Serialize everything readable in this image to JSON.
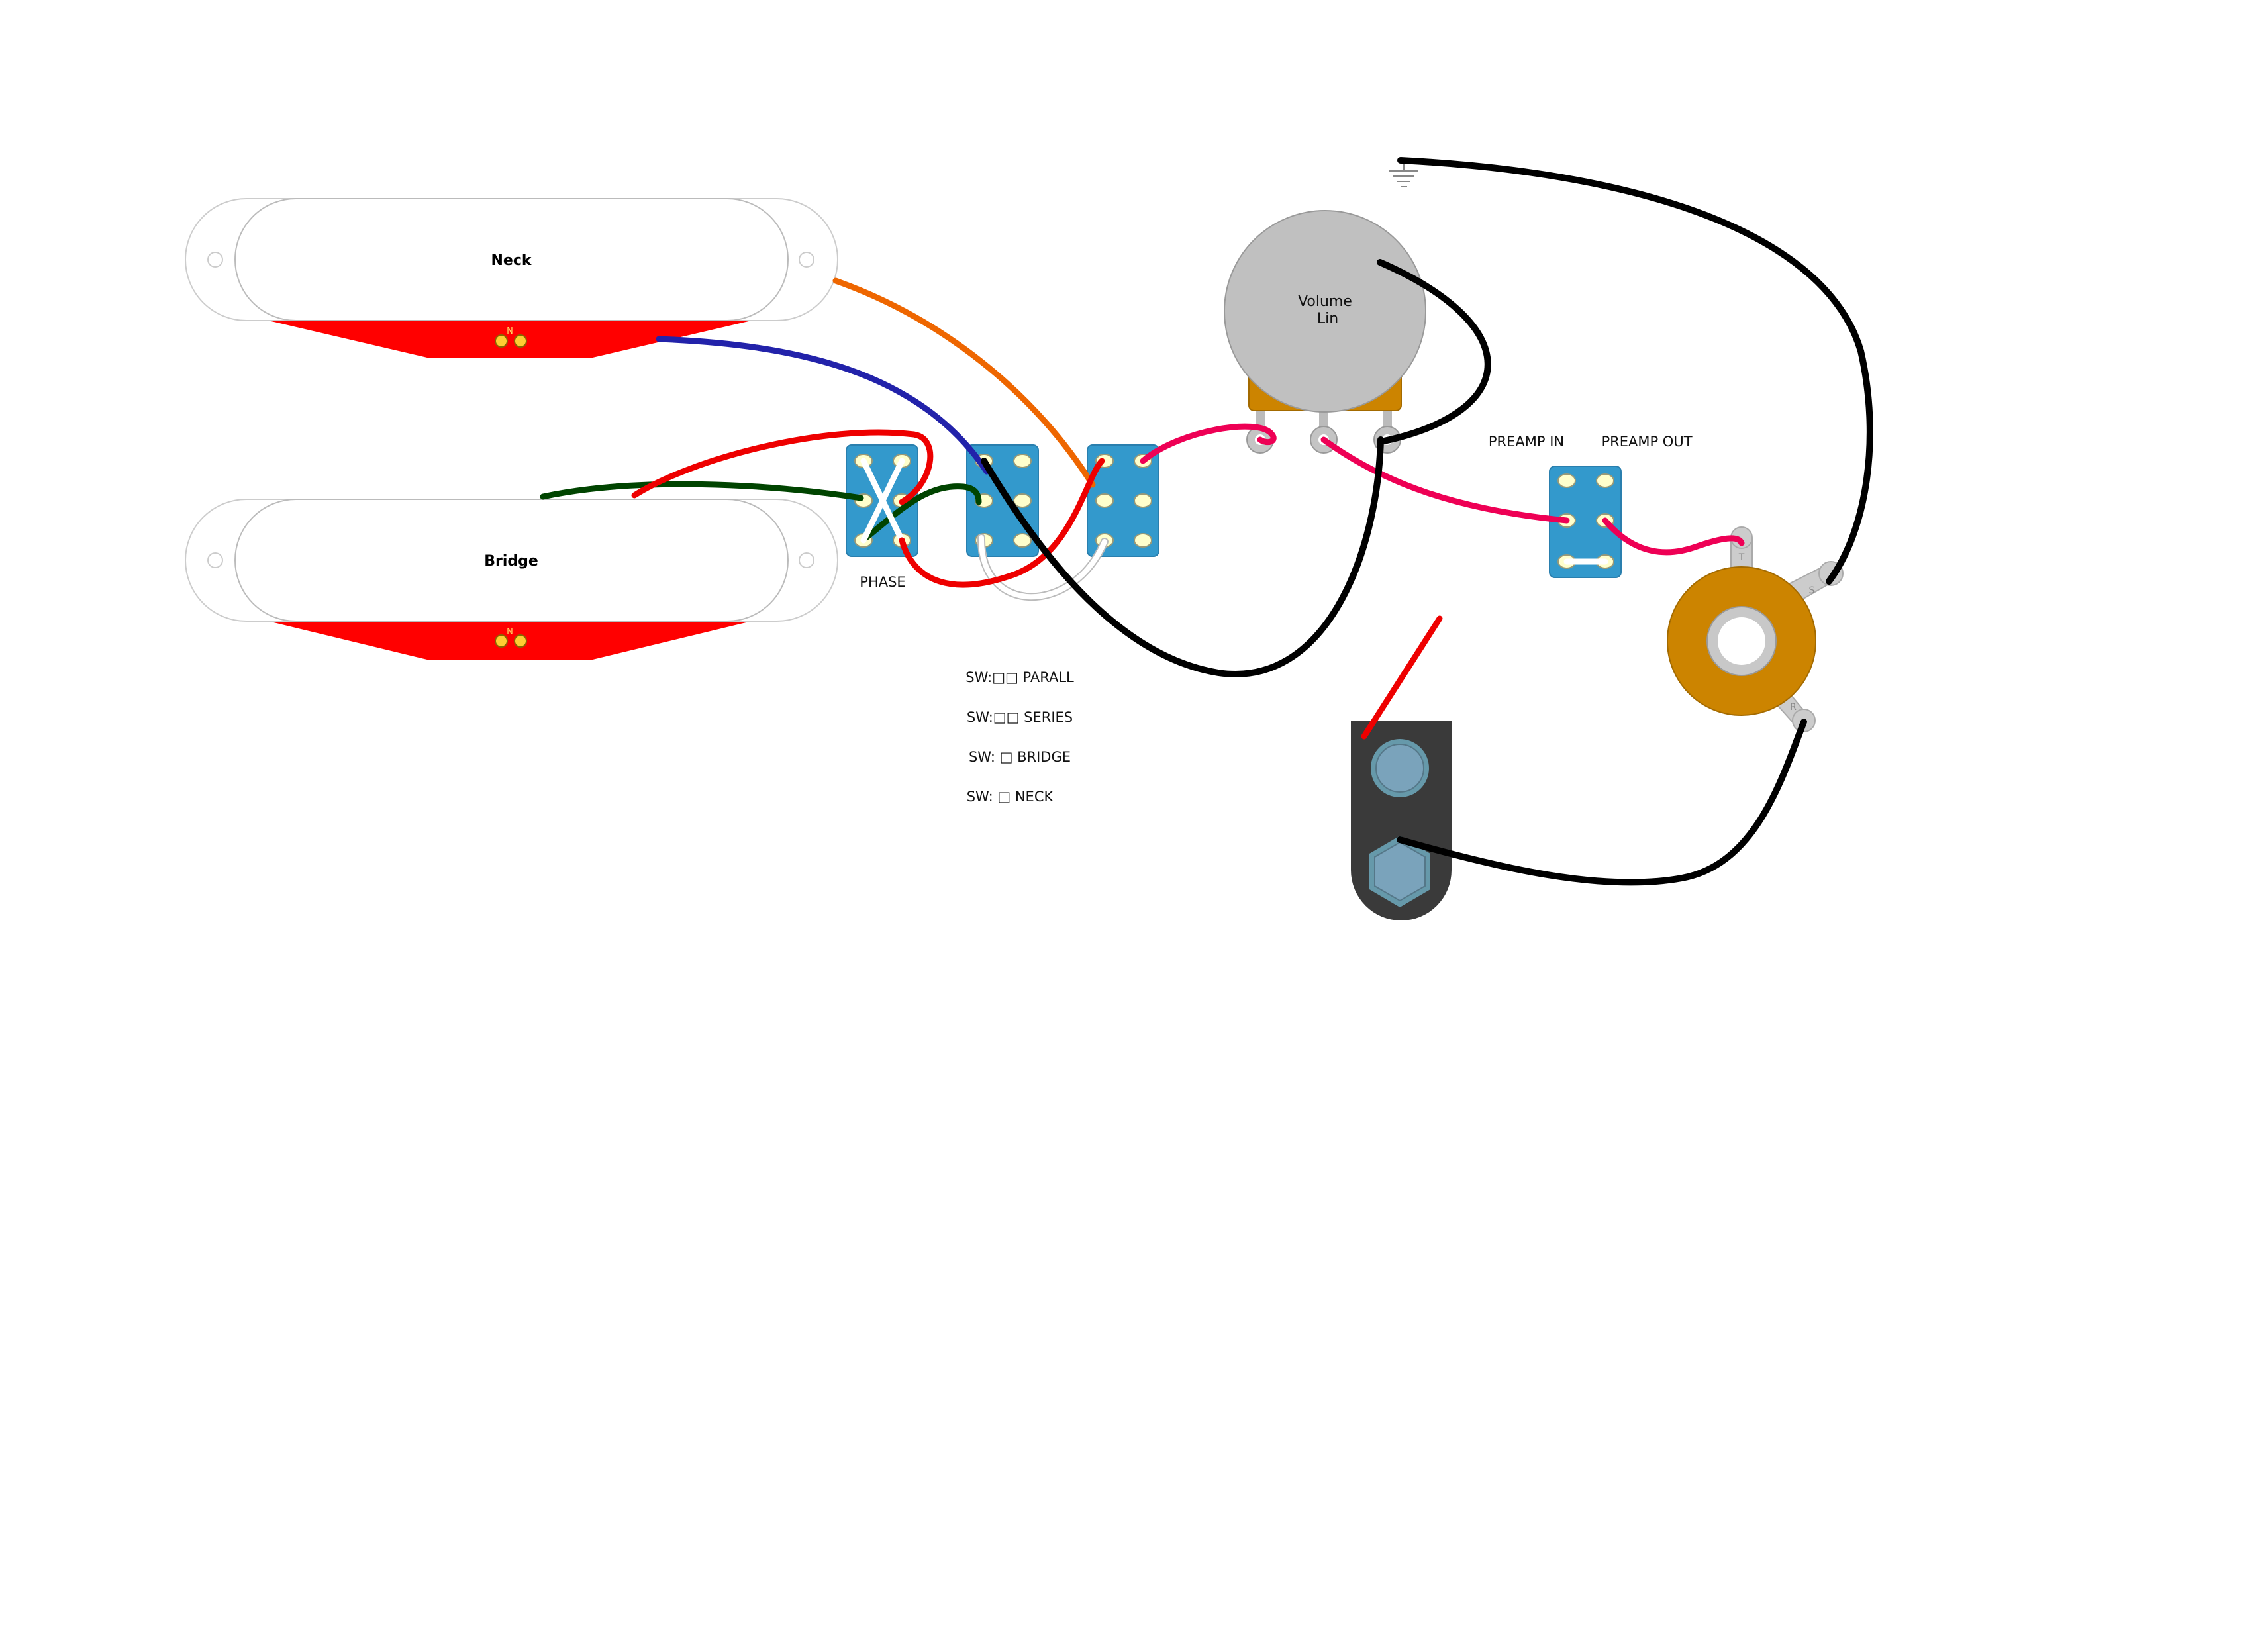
{
  "pickups": {
    "neck": {
      "label": "Neck",
      "polarity": "N"
    },
    "bridge": {
      "label": "Bridge",
      "polarity": "N"
    }
  },
  "switches": {
    "phase_label": "PHASE",
    "preamp_in_label": "PREAMP IN",
    "preamp_out_label": "PREAMP OUT"
  },
  "volume_pot": {
    "name": "Volume",
    "taper": "Lin"
  },
  "jack": {
    "lug_tip": "T",
    "lug_sleeve": "S",
    "lug_ring": "R"
  },
  "legend": [
    "SW:□□ PARALL",
    "SW:□□ SERIES",
    "SW: □ BRIDGE",
    "SW: □ NECK"
  ],
  "colors": {
    "pickup_plate": "#ff0000",
    "switch_body": "#3399cc",
    "pot_knob": "#c0c0c0",
    "pot_body": "#cc8400",
    "jack_body": "#cc8400",
    "battery_body": "#3a3a3a",
    "wire_black": "#000000",
    "wire_red": "#ee0000",
    "wire_pink": "#ee0055",
    "wire_orange": "#ee6600",
    "wire_blue": "#2222aa",
    "wire_green": "#004400",
    "wire_white": "#ffffff"
  }
}
